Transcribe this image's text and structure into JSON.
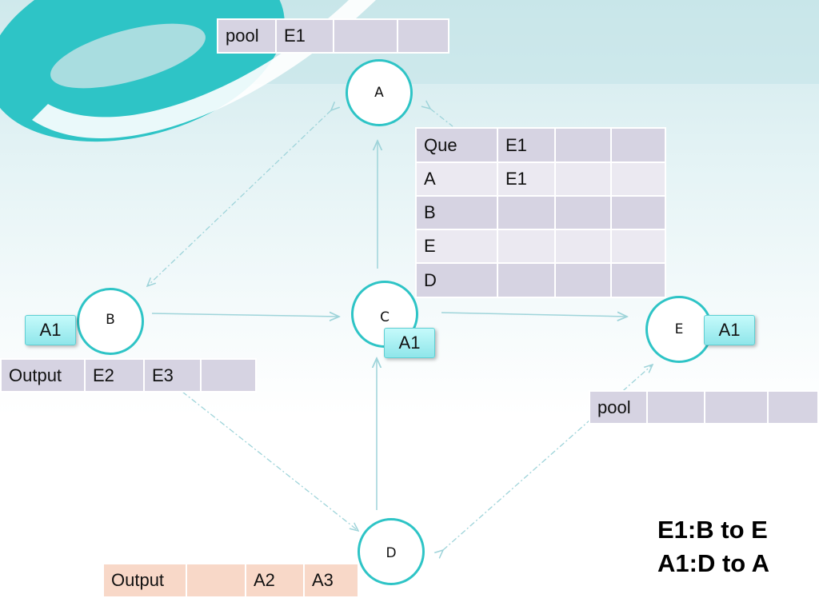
{
  "nodes": {
    "A": "A",
    "B": "B",
    "C": "C",
    "D": "D",
    "E": "E"
  },
  "tags": {
    "b": "A1",
    "c": "A1",
    "e": "A1"
  },
  "tables": {
    "pool_a": [
      "pool",
      "E1",
      "",
      ""
    ],
    "que": [
      [
        "Que",
        "E1",
        "",
        ""
      ],
      [
        "A",
        "E1",
        "",
        ""
      ],
      [
        "B",
        "",
        "",
        ""
      ],
      [
        "E",
        "",
        "",
        ""
      ],
      [
        "D",
        "",
        "",
        ""
      ]
    ],
    "output_b": [
      "Output",
      "E2",
      "E3",
      ""
    ],
    "pool_e": [
      "pool",
      "",
      "",
      ""
    ],
    "output_d": [
      "Output",
      "",
      "A2",
      "A3"
    ]
  },
  "legend": {
    "line1": "E1:B to E",
    "line2": "A1:D to A"
  },
  "colors": {
    "teal": "#2ec4c6",
    "edge": "#9fd4da",
    "lavender": "#d6d3e2",
    "peach": "#f8d8c8"
  }
}
